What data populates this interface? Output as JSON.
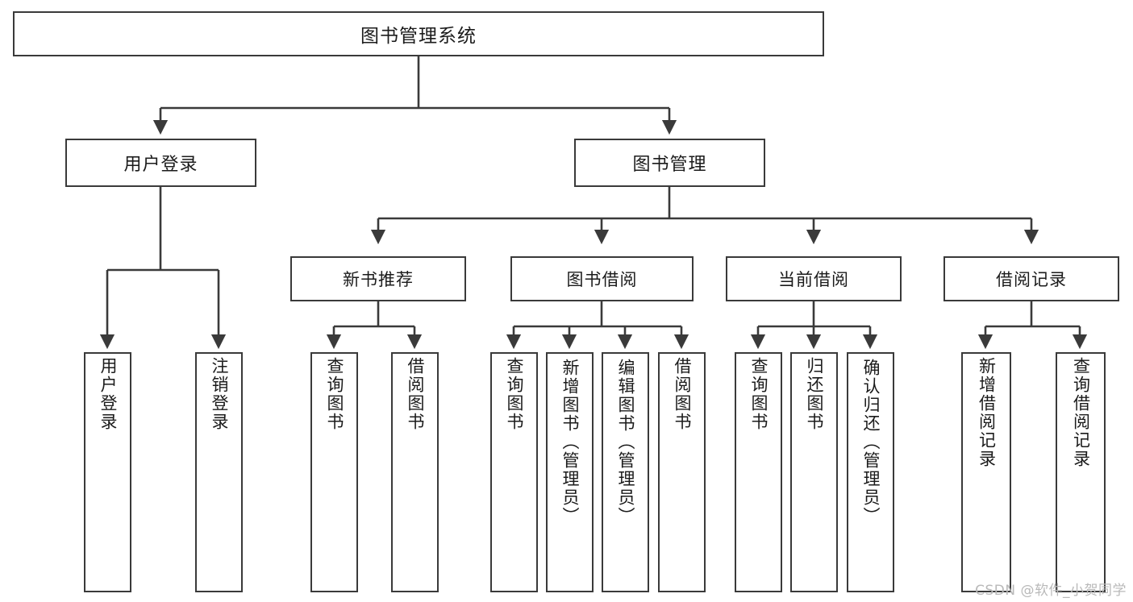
{
  "diagram": {
    "title": "图书管理系统",
    "type": "tree-hierarchy",
    "root": {
      "label": "图书管理系统"
    },
    "level1": [
      {
        "label": "用户登录"
      },
      {
        "label": "图书管理"
      }
    ],
    "level2": [
      {
        "label": "新书推荐"
      },
      {
        "label": "图书借阅"
      },
      {
        "label": "当前借阅"
      },
      {
        "label": "借阅记录"
      }
    ],
    "leaves": {
      "user_login": [
        {
          "label": "用户登录"
        },
        {
          "label": "注销登录"
        }
      ],
      "new_book_recommend": [
        {
          "label": "查询图书"
        },
        {
          "label": "借阅图书"
        }
      ],
      "book_borrow": [
        {
          "label": "查询图书"
        },
        {
          "label": "新增图书（管理员）"
        },
        {
          "label": "编辑图书（管理员）"
        },
        {
          "label": "借阅图书"
        }
      ],
      "current_borrow": [
        {
          "label": "查询图书"
        },
        {
          "label": "归还图书"
        },
        {
          "label": "确认归还（管理员）"
        }
      ],
      "borrow_record": [
        {
          "label": "新增借阅记录"
        },
        {
          "label": "查询借阅记录"
        }
      ]
    }
  },
  "watermark": {
    "text": "CSDN @软件_小贺同学"
  },
  "colors": {
    "stroke": "#3a3a3a",
    "background": "#ffffff",
    "text": "#1b1b1b",
    "watermark": "#b9b9b9"
  }
}
